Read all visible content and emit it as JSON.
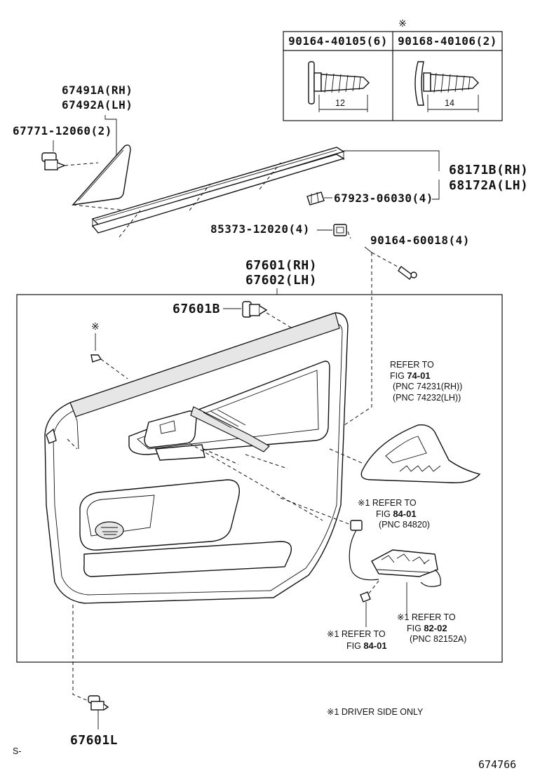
{
  "header_mark": "※",
  "screw_table": {
    "col1_label": "90164-40105(6)",
    "col2_label": "90168-40106(2)",
    "col1_dim": "12",
    "col2_dim": "14"
  },
  "parts": {
    "p67491": "67491A(RH)",
    "p67492": "67492A(LH)",
    "p67771": "67771-12060(2)",
    "p68171": "68171B(RH)",
    "p68172": "68172A(LH)",
    "p67923": "67923-06030(4)",
    "p85373": "85373-12020(4)",
    "p90164": "90164-60018(4)",
    "p67601_rh": "67601(RH)",
    "p67602_lh": "67602(LH)",
    "p67601b": "67601B",
    "p67601l": "67601L",
    "mark_screw": "※"
  },
  "refs": {
    "ref7401": {
      "line1": "REFER TO",
      "line2a": "FIG ",
      "line2b": "74-01",
      "line3": "(PNC 74231(RH))",
      "line4": "(PNC 74232(LH))"
    },
    "ref8401a": {
      "line1": "※1 REFER TO",
      "line2a": "FIG ",
      "line2b": "84-01",
      "line3": "(PNC 84820)"
    },
    "ref8202": {
      "line1": "※1 REFER TO",
      "line2a": "FIG ",
      "line2b": "82-02",
      "line3": "(PNC 82152A)"
    },
    "ref8401b": {
      "line1": "※1 REFER TO",
      "line2a": "FIG ",
      "line2b": "84-01"
    }
  },
  "footnote": "※1 DRIVER SIDE ONLY",
  "corner_left": "S-",
  "figure_number": "674766"
}
